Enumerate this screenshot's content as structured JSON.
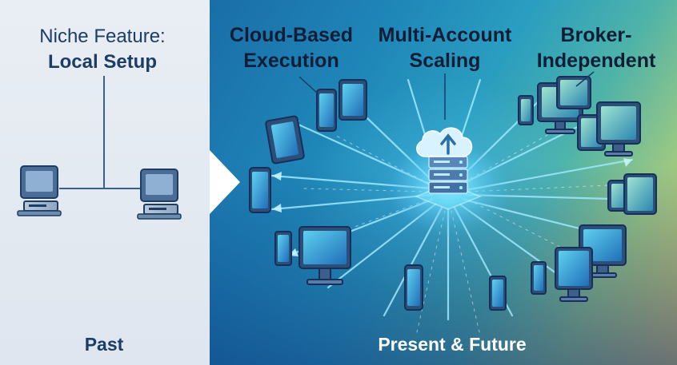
{
  "past_panel": {
    "heading_line1": "Niche Feature:",
    "heading_line2": "Local Setup",
    "footer": "Past"
  },
  "present_panel": {
    "columns": [
      {
        "line1": "Cloud-Based",
        "line2": "Execution"
      },
      {
        "line1": "Multi-Account",
        "line2": "Scaling"
      },
      {
        "line1": "Broker-",
        "line2": "Independent"
      }
    ],
    "footer": "Present & Future"
  },
  "icons": {
    "local": [
      "desktop-computer-icon",
      "desktop-computer-icon"
    ],
    "hub": "cloud-server-icon",
    "devices": [
      "tablet-icon",
      "smartphone-icon",
      "monitor-icon"
    ]
  },
  "colors": {
    "past_bg": "#e4eaf1",
    "past_text": "#1c3d66",
    "hub_glow": "#7fe6ff",
    "present_gradient_start": "#1a6ea8",
    "present_gradient_end": "#e3c56c"
  }
}
